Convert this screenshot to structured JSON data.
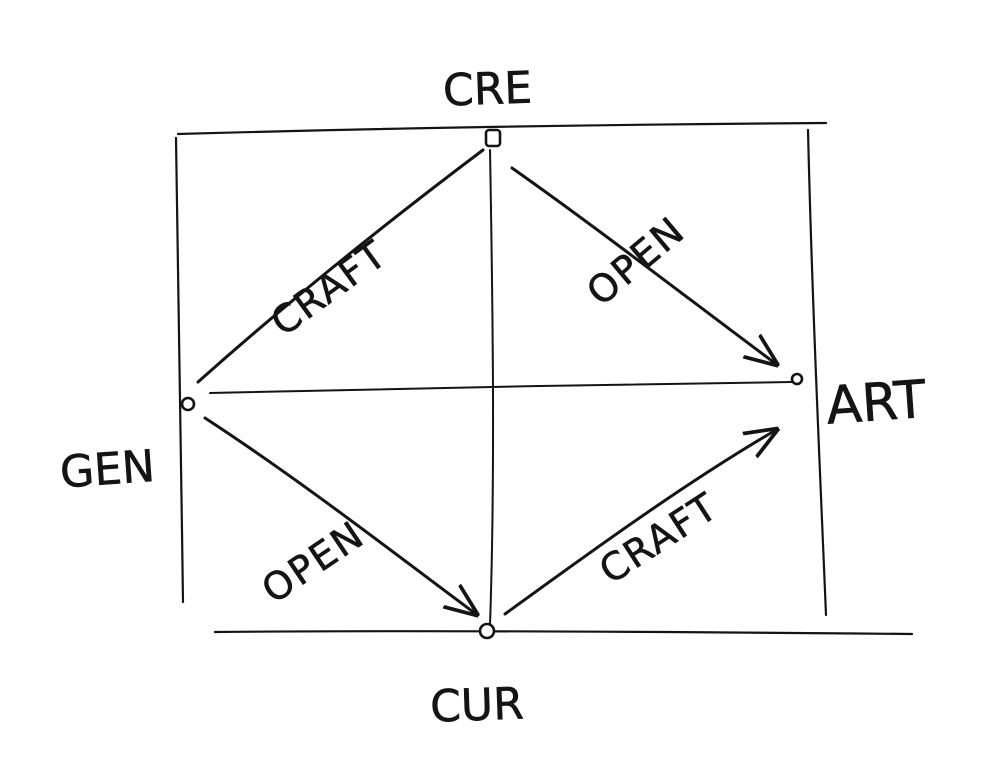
{
  "diagram": {
    "ink_color": "#141414",
    "background_color": "#ffffff",
    "nodes": {
      "cre": "CRE",
      "gen": "GEN",
      "art": "ART",
      "cur": "CUR"
    },
    "edges": {
      "gen_cre": "CRAFT",
      "cre_art": "OPEN",
      "gen_cur": "OPEN",
      "cur_art": "CRAFT"
    }
  }
}
